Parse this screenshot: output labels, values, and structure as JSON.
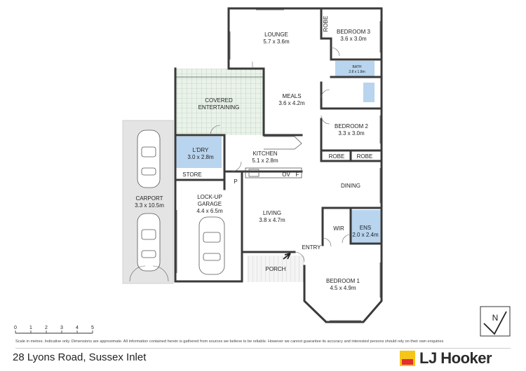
{
  "rooms": {
    "lounge": {
      "name": "LOUNGE",
      "dims": "5.7 x 3.6m"
    },
    "bedroom3": {
      "name": "BEDROOM 3",
      "dims": "3.6 x 3.0m"
    },
    "robe_top": {
      "name": "ROBE"
    },
    "bath": {
      "name": "BATH",
      "dims": "2.8 x 1.8m"
    },
    "meals": {
      "name": "MEALS",
      "dims": "3.6 x 4.2m"
    },
    "covered": {
      "name1": "COVERED",
      "name2": "ENTERTAINING"
    },
    "bedroom2": {
      "name": "BEDROOM 2",
      "dims": "3.3 x 3.0m"
    },
    "robe_mid1": {
      "name": "ROBE"
    },
    "robe_mid2": {
      "name": "ROBE"
    },
    "laundry": {
      "name": "L'DRY",
      "dims": "3.0 x 2.8m"
    },
    "kitchen": {
      "name": "KITCHEN",
      "dims": "5.1 x 2.8m"
    },
    "store": {
      "name": "STORE"
    },
    "pantry": {
      "name": "P"
    },
    "oven": {
      "name": "OV"
    },
    "fridge": {
      "name": "F"
    },
    "dining": {
      "name": "DINING"
    },
    "carport": {
      "name": "CARPORT",
      "dims": "3.3 x 10.5m"
    },
    "garage": {
      "name1": "LOCK-UP",
      "name2": "GARAGE",
      "dims": "4.4 x 6.5m"
    },
    "living": {
      "name": "LIVING",
      "dims": "3.8 x 4.7m"
    },
    "wir": {
      "name": "WIR"
    },
    "ens": {
      "name": "ENS",
      "dims": "2.0 x 2.4m"
    },
    "entry": {
      "name": "ENTRY"
    },
    "porch": {
      "name": "PORCH"
    },
    "bedroom1": {
      "name": "BEDROOM 1",
      "dims": "4.5 x 4.9m"
    }
  },
  "scale": {
    "ticks": [
      "0",
      "1",
      "2",
      "3",
      "4",
      "5"
    ]
  },
  "compass": {
    "label": "N"
  },
  "footer": {
    "disclaimer": "Scale in metres. Indicative only. Dimensions are approximate. All information contained herein is gathered from sources we believe to be reliable. However we cannot guarantee its accuracy and interested persons should rely on their own enquiries",
    "address": "28 Lyons Road, Sussex Inlet",
    "brand": "LJ Hooker"
  },
  "colors": {
    "wet_area": "#b8d4ee",
    "tile_hatch": "#d8e8d8",
    "carport_bg": "#e4e4e4",
    "brand_yellow": "#f5c518",
    "brand_red": "#e03030"
  }
}
